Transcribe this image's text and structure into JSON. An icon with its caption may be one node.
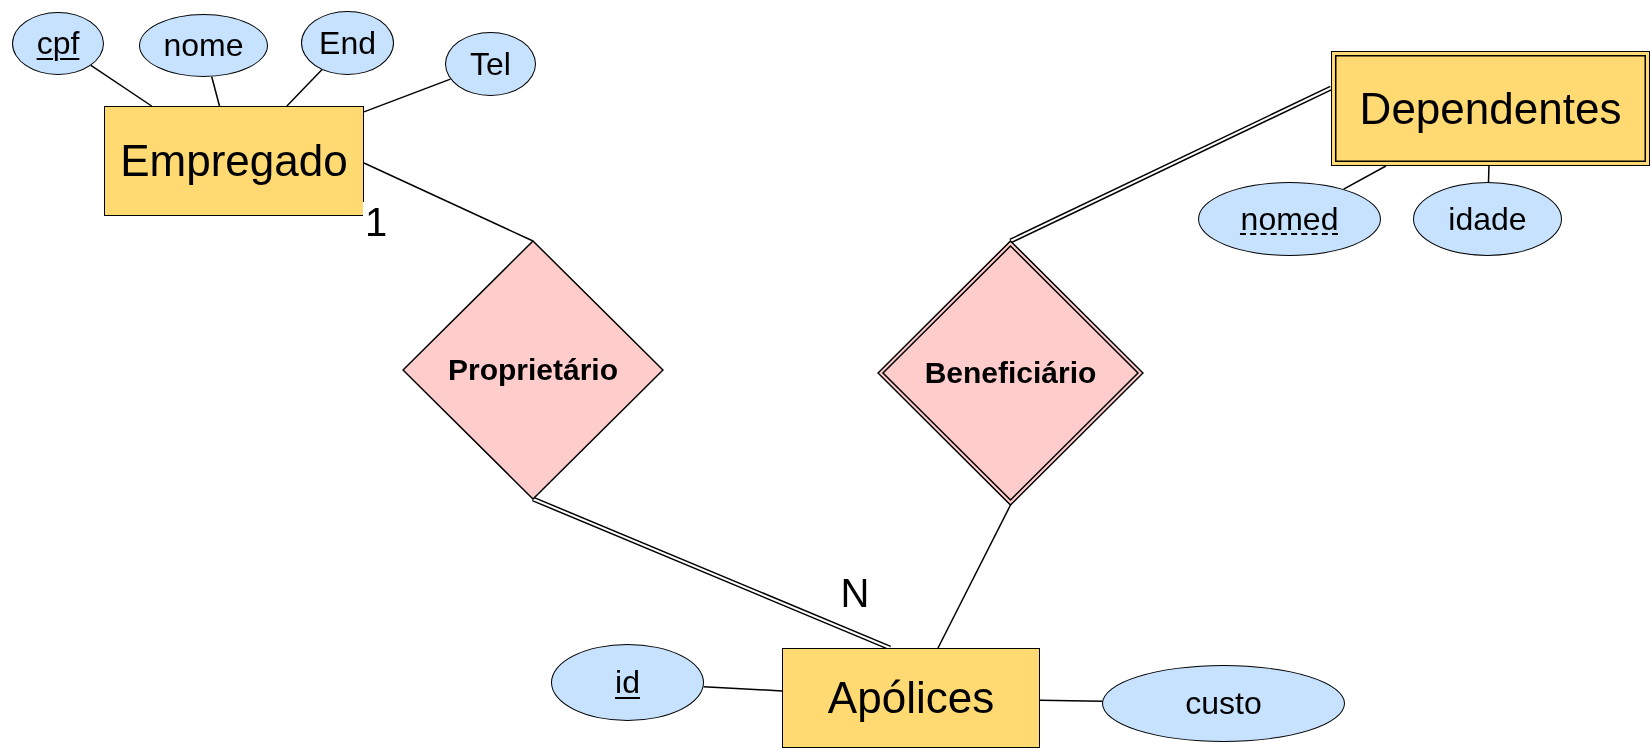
{
  "diagram": {
    "nodes": [
      {
        "text": [
          "cpf"
        ]
      },
      {
        "text": [
          "nome"
        ]
      },
      {
        "text": [
          "End"
        ]
      },
      {
        "text": [
          "Tel"
        ]
      },
      {
        "text": [
          "Empregado"
        ]
      },
      {
        "text": [
          "Dependentes"
        ]
      },
      {
        "text": [
          "nomed"
        ]
      },
      {
        "text": [
          "idade"
        ]
      },
      {
        "text": [
          "Proprietário"
        ]
      },
      {
        "text": [
          "Beneficiário"
        ]
      },
      {
        "text": [
          "id"
        ]
      },
      {
        "text": [
          "Apólices"
        ]
      },
      {
        "text": [
          "custo"
        ]
      }
    ],
    "edges": [
      {
        "from": 0,
        "to": 4,
        "arrow": "none"
      },
      {
        "from": 1,
        "to": 4,
        "arrow": "none"
      },
      {
        "from": 2,
        "to": 4,
        "arrow": "none"
      },
      {
        "from": 3,
        "to": 4,
        "arrow": "none"
      },
      {
        "from": 4,
        "to": 8,
        "arrow": "none",
        "label": "1"
      },
      {
        "from": 5,
        "to": 6,
        "arrow": "none"
      },
      {
        "from": 5,
        "to": 7,
        "arrow": "none"
      },
      {
        "from": 9,
        "to": 5,
        "arrow": "none",
        "style": "thick"
      },
      {
        "from": 8,
        "to": 11,
        "arrow": "none",
        "style": "thick",
        "label": "N"
      },
      {
        "from": 9,
        "to": 11,
        "arrow": "none"
      },
      {
        "from": 10,
        "to": 11,
        "arrow": "none"
      },
      {
        "from": 11,
        "to": 12,
        "arrow": "none"
      }
    ]
  }
}
